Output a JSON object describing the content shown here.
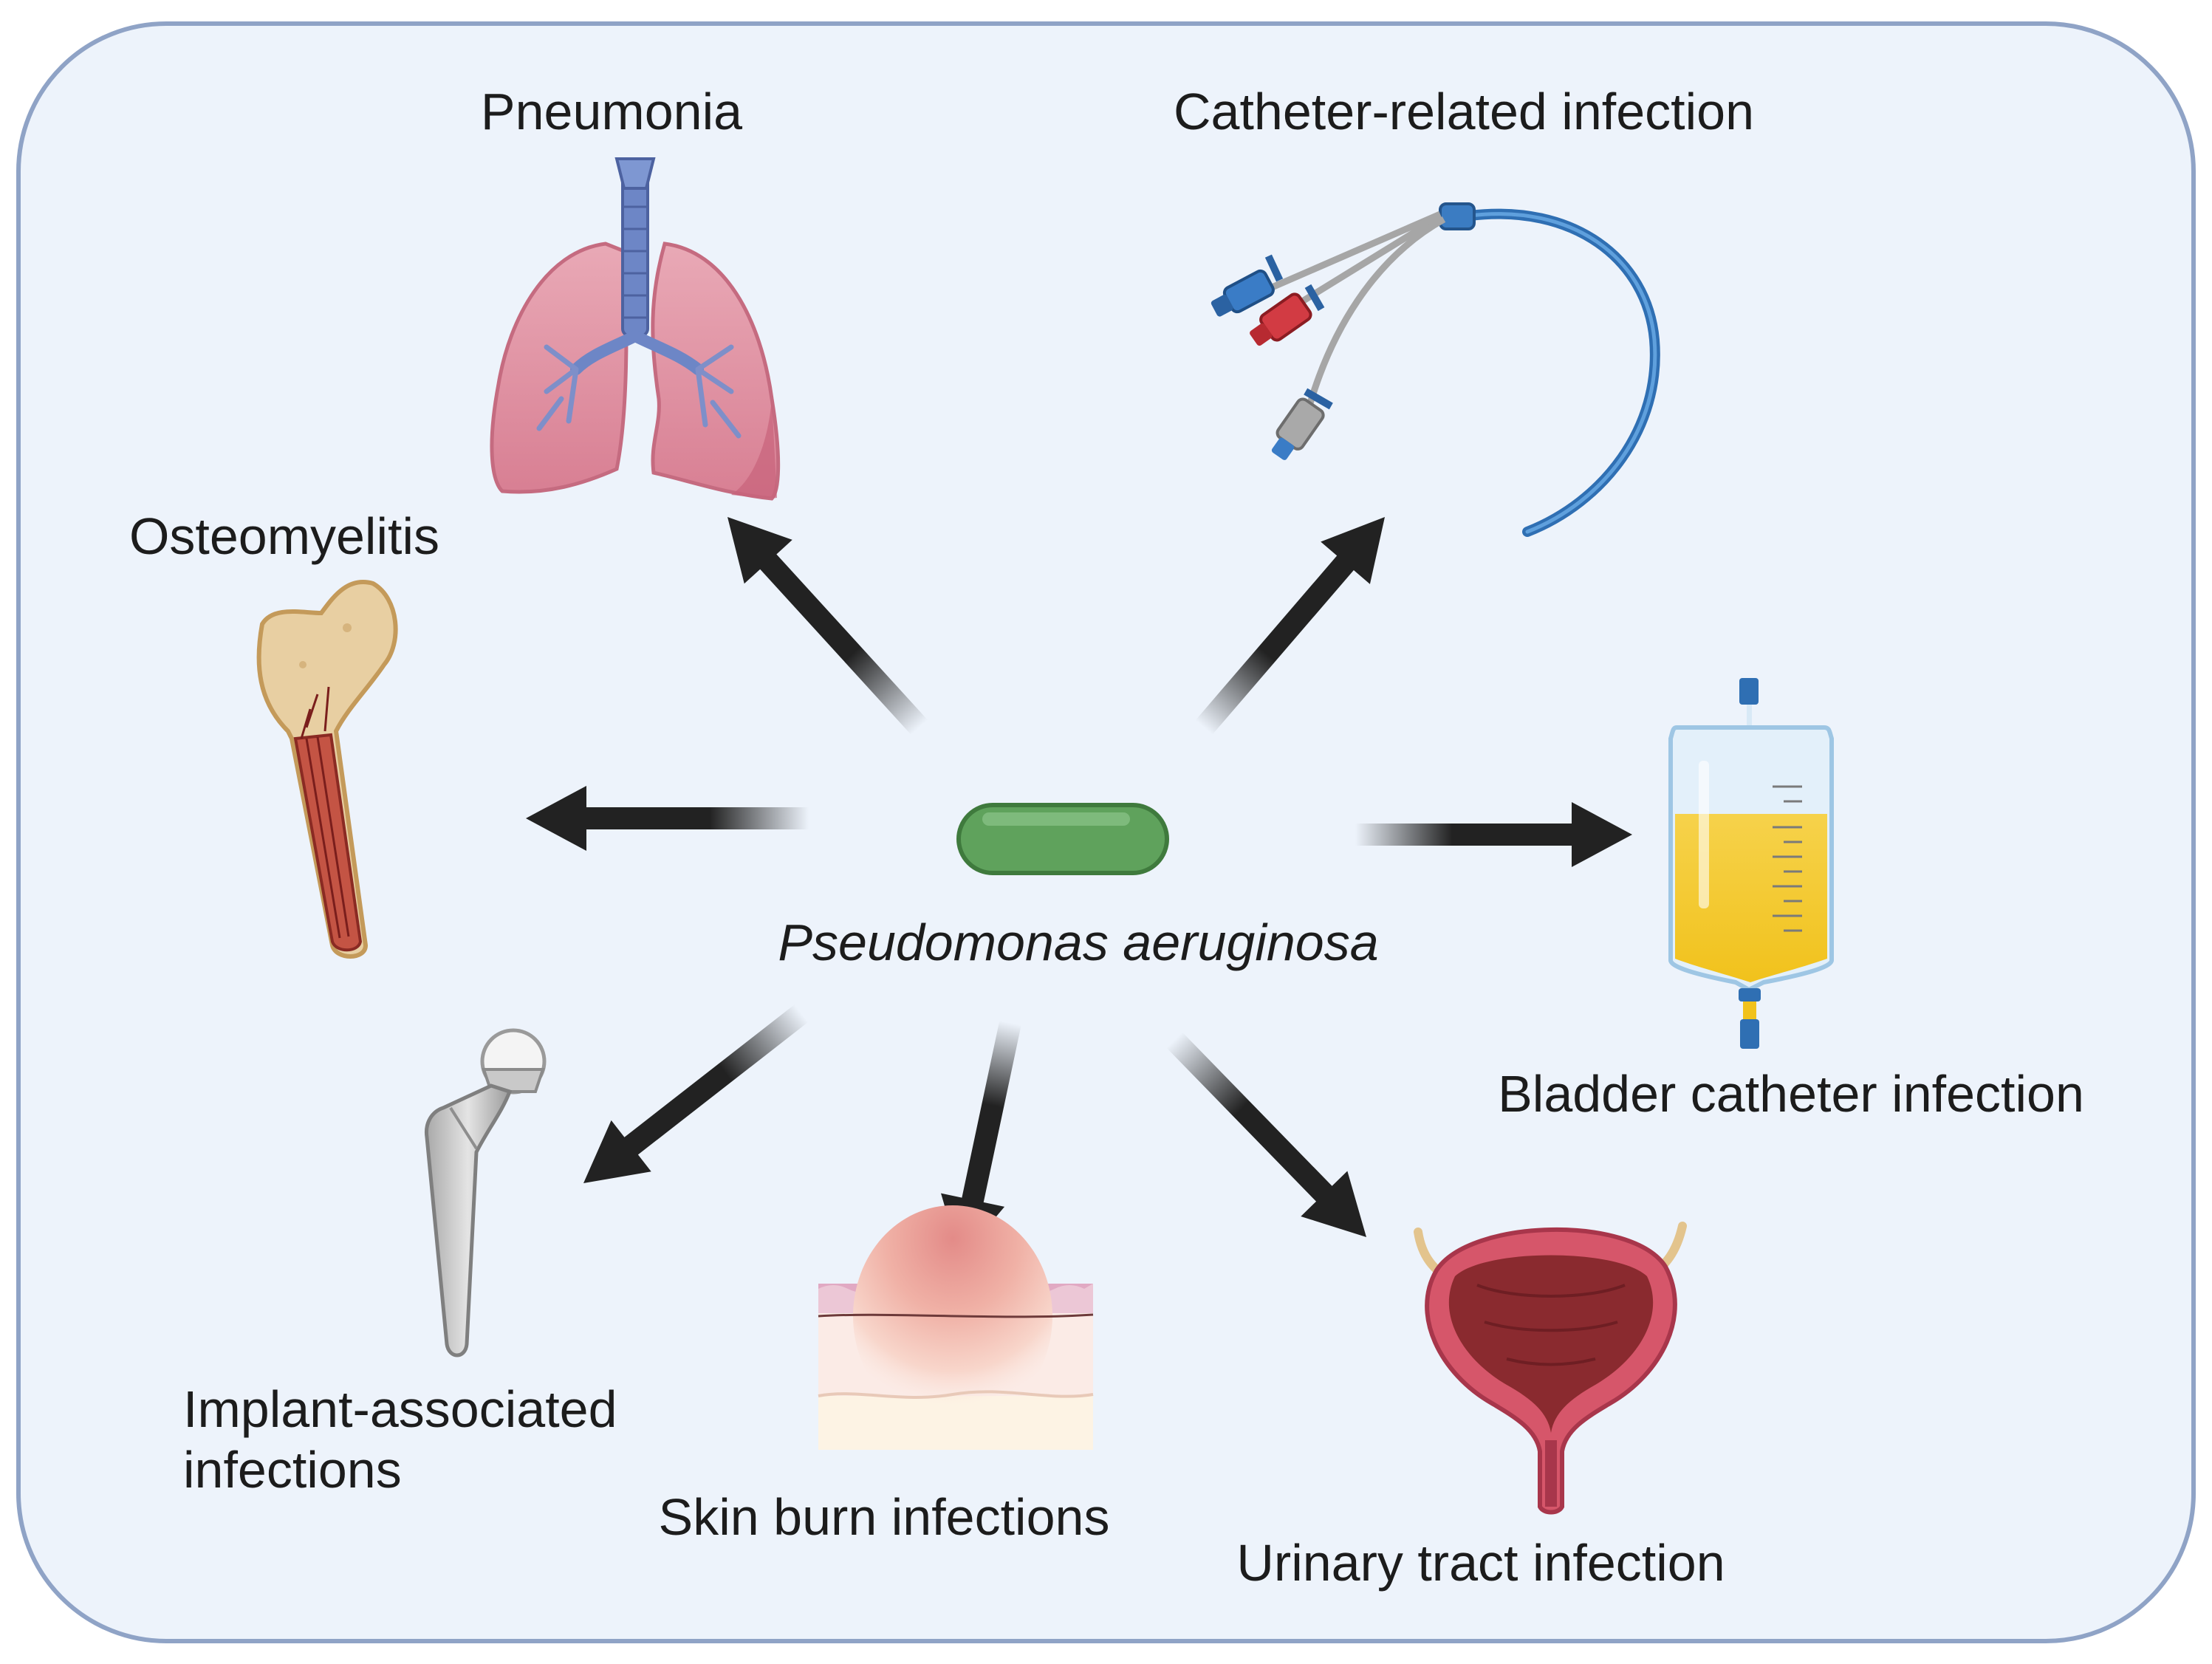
{
  "diagram": {
    "center": {
      "label": "Pseudomonas aeruginosa"
    },
    "targets": [
      {
        "label": "Pneumonia",
        "icon": "lungs-icon"
      },
      {
        "label": "Catheter-related infection",
        "icon": "central-venous-catheter-icon"
      },
      {
        "label": "Osteomyelitis",
        "icon": "femur-bone-icon"
      },
      {
        "label": "Bladder catheter infection",
        "icon": "urine-bag-icon"
      },
      {
        "label_line1": "Implant-associated",
        "label_line2": "infections",
        "icon": "hip-implant-icon"
      },
      {
        "label": "Skin burn infections",
        "icon": "skin-burn-icon"
      },
      {
        "label": "Urinary tract infection",
        "icon": "bladder-icon"
      }
    ],
    "colors": {
      "panel_fill": "#edf3fb",
      "panel_border": "#8fa3c6",
      "arrow": "#222222",
      "bacterium": "#5fa25c"
    }
  }
}
